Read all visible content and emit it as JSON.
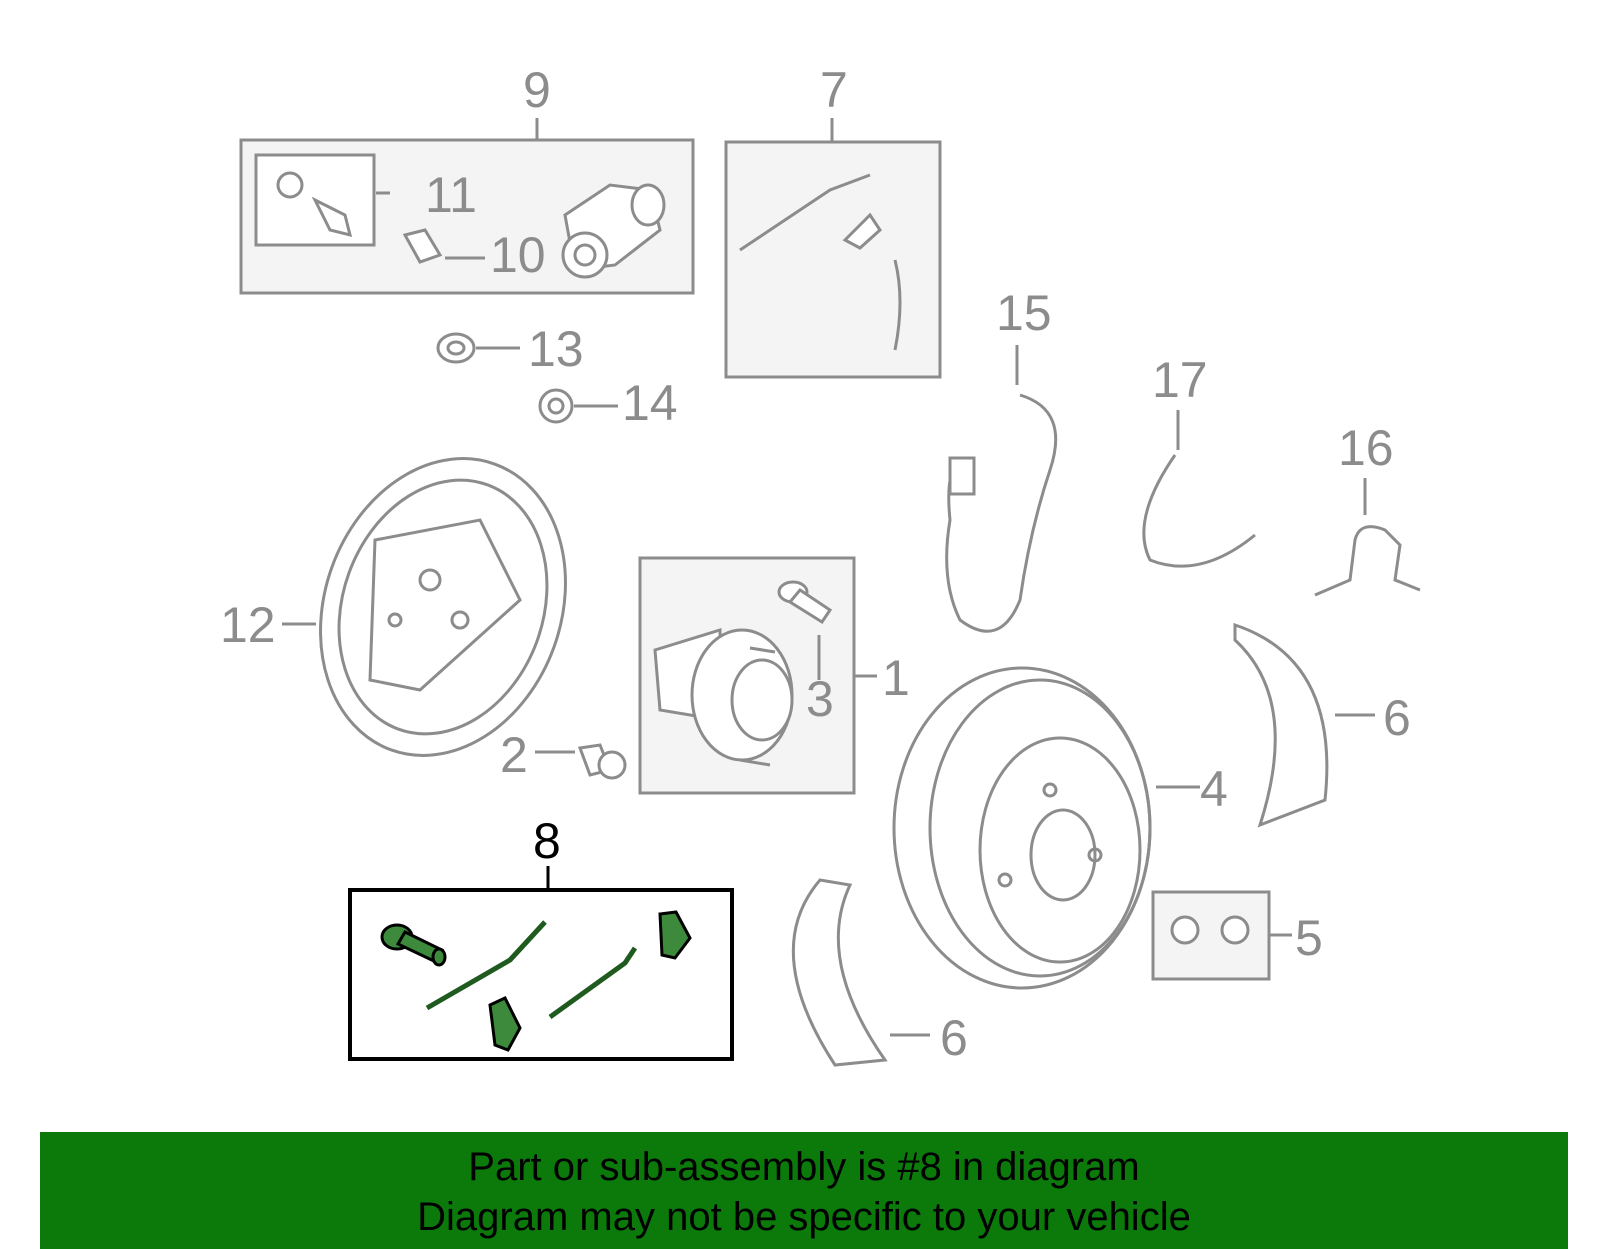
{
  "callouts": {
    "c1": "1",
    "c2": "2",
    "c3": "3",
    "c4": "4",
    "c5": "5",
    "c6a": "6",
    "c6b": "6",
    "c7": "7",
    "c8": "8",
    "c9": "9",
    "c10": "10",
    "c11": "11",
    "c12": "12",
    "c13": "13",
    "c14": "14",
    "c15": "15",
    "c16": "16",
    "c17": "17"
  },
  "highlight": {
    "part": "8",
    "color": "#3d8a3d"
  },
  "banner": {
    "line1": "Part or sub-assembly is #8 in diagram",
    "line2": "Diagram may not be specific to your vehicle",
    "background": "#0b7a0b"
  }
}
